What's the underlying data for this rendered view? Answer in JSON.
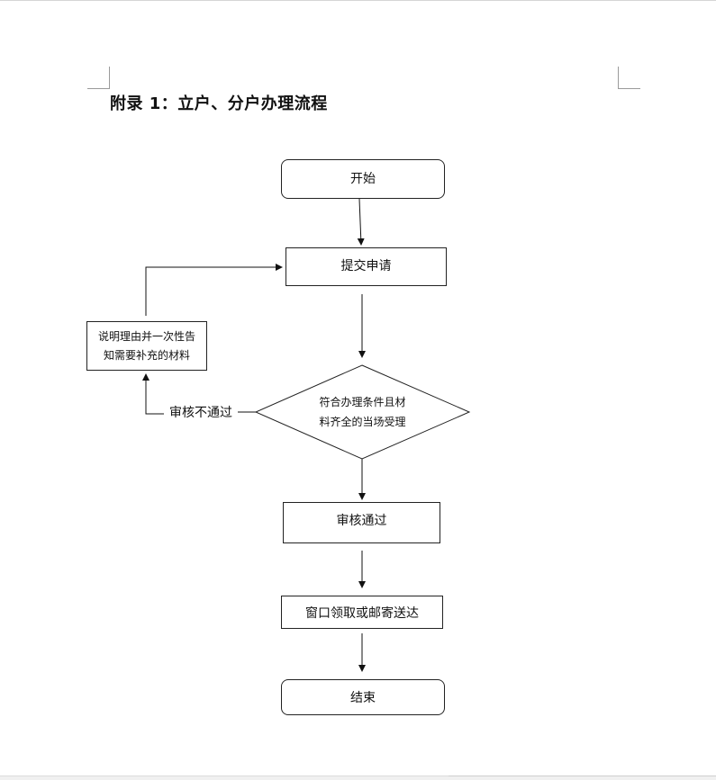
{
  "page": {
    "title": "附录 1：立户、分户办理流程"
  },
  "flowchart": {
    "nodes": {
      "start": "开始",
      "submit": "提交申请",
      "decision_line1": "符合办理条件且材",
      "decision_line2": "料齐全的当场受理",
      "explain_line1": "说明理由并一次性告",
      "explain_line2": "知需要补充的材料",
      "approved": "审核通过",
      "window": "窗口领取或邮寄送达",
      "end": "结束"
    },
    "edge_labels": {
      "rejected": "审核不通过"
    }
  }
}
